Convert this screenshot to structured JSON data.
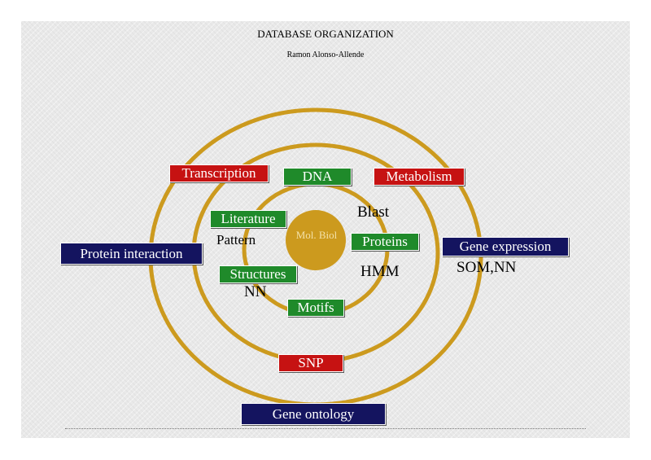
{
  "header": {
    "title": "DATABASE ORGANIZATION",
    "author": "Ramon Alonso-Allende"
  },
  "center": {
    "label": "Mol. Biol"
  },
  "inner_ring": {
    "dna": "DNA",
    "literature": "Literature",
    "proteins": "Proteins",
    "structures": "Structures",
    "motifs": "Motifs"
  },
  "middle_ring": {
    "transcription": "Transcription",
    "metabolism": "Metabolism",
    "snp": "SNP"
  },
  "outer_ring": {
    "protein_interaction": "Protein interaction",
    "gene_expression": "Gene expression",
    "gene_ontology": "Gene ontology"
  },
  "methods": {
    "blast": "Blast",
    "pattern": "Pattern",
    "hmm": "HMM",
    "nn": "NN",
    "som_nn": "SOM,NN"
  },
  "colors": {
    "ring": "#cc9a1e",
    "center_disc": "#cc9a1e",
    "green_box": "#1f8a2a",
    "red_box": "#c61212",
    "navy_box": "#14145f"
  }
}
